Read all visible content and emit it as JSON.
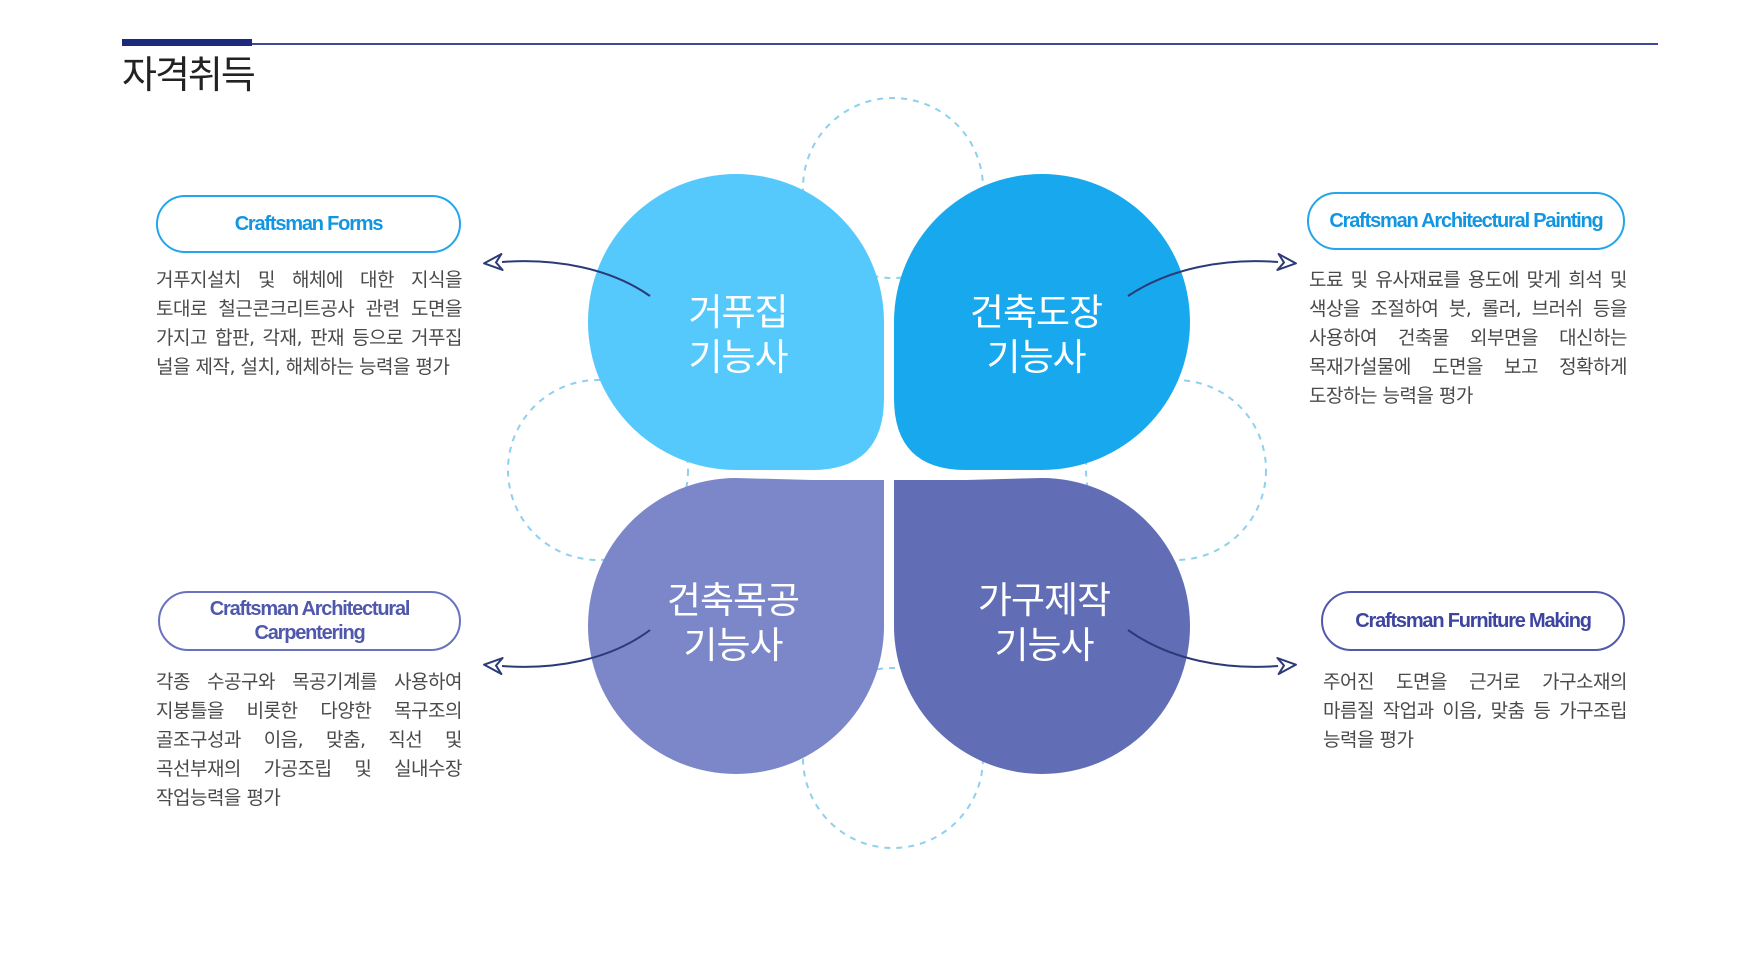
{
  "header": {
    "title": "자격취득"
  },
  "petals": {
    "formwork": {
      "line1": "거푸집",
      "line2": "기능사",
      "color": "#55c9fb"
    },
    "painting": {
      "line1": "건축도장",
      "line2": "기능사",
      "color": "#17a8ee"
    },
    "carpentry": {
      "line1": "건축목공",
      "line2": "기능사",
      "color": "#7b87c8"
    },
    "furniture": {
      "line1": "가구제작",
      "line2": "기능사",
      "color": "#616eb6"
    }
  },
  "cards": {
    "forms": {
      "pill": "Craftsman Forms",
      "description": "거푸지설치 및 해체에 대한 지식을 토대로 철근콘크리트공사 관련 도면을 가지고 합판, 각재, 판재 등으로 거푸집 널을 제작, 설치, 해체하는 능력을 평가"
    },
    "painting": {
      "pill": "Craftsman Architectural Painting",
      "description": "도료 및 유사재료를 용도에 맞게 희석 및 색상을 조절하여 붓, 롤러, 브러쉬 등을 사용하여 건축물 외부면을 대신하는 목재가설물에 도면을 보고 정확하게 도장하는 능력을 평가"
    },
    "carpentry": {
      "pill": "Craftsman Architectural Carpentering",
      "description": "각종 수공구와 목공기계를 사용하여 지붕틀을 비롯한 다양한 목구조의 골조구성과 이음, 맞춤, 직선 및 곡선부재의 가공조립 및 실내수장 작업능력을 평가"
    },
    "furniture": {
      "pill": "Craftsman Furniture Making",
      "description": "주어진 도면을 근거로 가구소재의 마름질 작업과 이음, 맞춤 등 가구조립 능력을 평가"
    }
  },
  "colors": {
    "header_accent": "#1c2a7e",
    "dashed_circle": "#8fd0ee",
    "arrow": "#2c3a78",
    "pill_light": "#22a5ec",
    "pill_dark": "#5258ac"
  }
}
